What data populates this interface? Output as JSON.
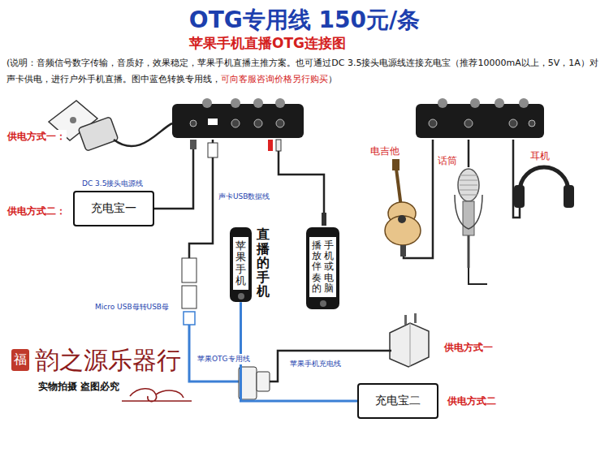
{
  "diagram": {
    "title": "OTG专用线 150元/条",
    "nodes": [
      {
        "text": [
          "充电宝一"
        ]
      },
      {
        "text": [
          "苹果手机",
          "直播的手机"
        ]
      },
      {
        "text": [
          "手机或电脑",
          "播放伴奏的"
        ]
      },
      {
        "text": [
          "充电宝二"
        ]
      }
    ],
    "edges": [
      {
        "from": 1,
        "to": 3,
        "arrow": "none"
      }
    ],
    "labels": [
      "苹果手机直播OTG连接图",
      "(说明：音频信号数字传输，音质好，效果稳定，苹果手机直播主推方案。也可通过DC 3.5接头电源线连接充电宝（推荐10000mA以上，5V，1A）对声卡供电，进行户外手机直播。图中蓝色转换专用线，",
      "可向客服咨询价格另行购买",
      "）",
      "供电方式一：",
      "供电方式二：",
      "DC 3.5接头电源线",
      "声卡USB数据线",
      "Micro USB母转USB母",
      "苹果OTG专用线",
      "苹果手机充电线",
      "供电方式一",
      "供电方式二",
      "电吉他",
      "话筒",
      "耳机",
      "福",
      "韵之源乐器行",
      "实物拍摄 盗图必究"
    ]
  }
}
